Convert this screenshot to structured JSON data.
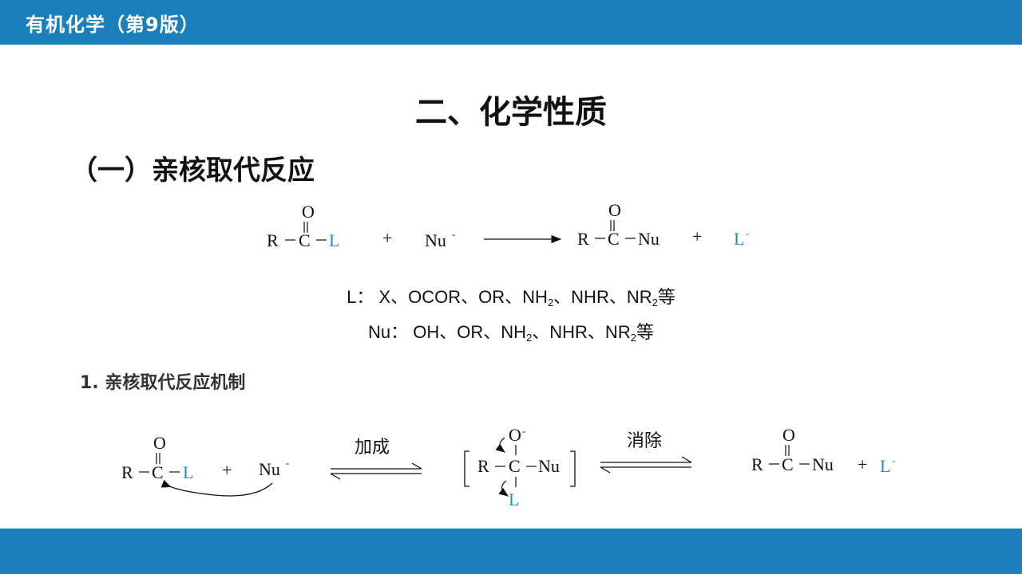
{
  "header": {
    "title": "有机化学（第9版）"
  },
  "headings": {
    "main": "二、化学性质",
    "sub": "（一）亲核取代反应",
    "section1": "1. 亲核取代反应机制"
  },
  "reaction1": {
    "R": "R",
    "C": "C",
    "O": "O",
    "L": "L",
    "plus1": "+",
    "Nu": "Nu",
    "neg": "-",
    "prodR": "R",
    "prodC": "C",
    "prodO": "O",
    "prodNu": "Nu",
    "plus2": "+",
    "prodL": "L",
    "prodNeg": "-"
  },
  "definitions": {
    "l_prefix": "L： X、OCOR、OR、NH",
    "l_mid": "、NHR、NR",
    "l_suffix": "等",
    "nu_prefix": "Nu： OH、OR、NH",
    "nu_mid": "、NHR、NR",
    "nu_suffix": "等",
    "sub2": "2"
  },
  "mechanism": {
    "R": "R",
    "C": "C",
    "O": "O",
    "L": "L",
    "plus1": "+",
    "Nu": "Nu",
    "neg": "-",
    "add_label": "加成",
    "int_R": "R",
    "int_C": "C",
    "int_O": "O",
    "int_neg": "-",
    "int_Nu": "Nu",
    "int_L": "L",
    "elim_label": "消除",
    "prodR": "R",
    "prodC": "C",
    "prodO": "O",
    "prodNu": "Nu",
    "plus2": "+",
    "prodL": "L",
    "prodNeg": "-"
  },
  "colors": {
    "brand_bar": "#1a80bb",
    "leaving_group": "#1e8fc6"
  }
}
